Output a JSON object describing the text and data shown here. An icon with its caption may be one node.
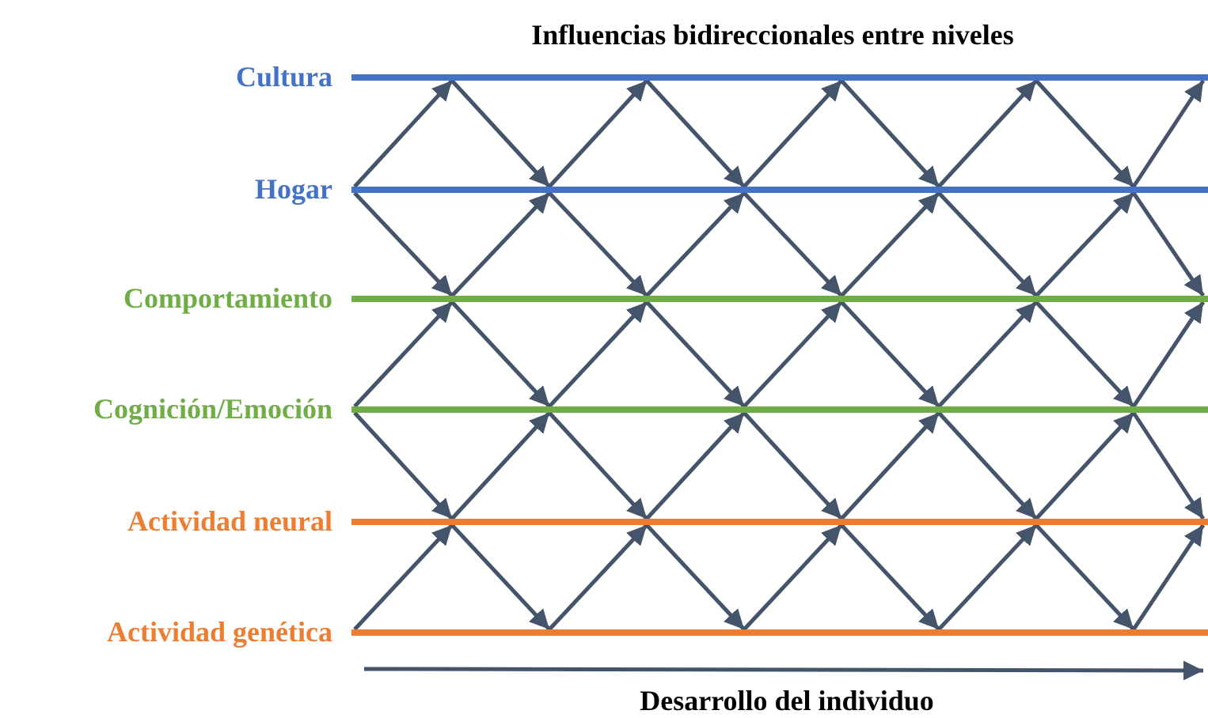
{
  "diagram": {
    "title": "Influencias bidireccionales entre niveles",
    "nodes": [
      {
        "text": [
          "Cultura"
        ]
      },
      {
        "text": [
          "Hogar"
        ]
      },
      {
        "text": [
          "Comportamiento"
        ]
      },
      {
        "text": [
          "Cognición/Emoción"
        ]
      },
      {
        "text": [
          "Actividad neural"
        ]
      },
      {
        "text": [
          "Actividad genética"
        ]
      }
    ],
    "edges": [
      {
        "from": 1,
        "to": 0,
        "arrow": "to"
      },
      {
        "from": 0,
        "to": 1,
        "arrow": "to"
      },
      {
        "from": 1,
        "to": 0,
        "arrow": "to"
      },
      {
        "from": 0,
        "to": 1,
        "arrow": "to"
      },
      {
        "from": 1,
        "to": 0,
        "arrow": "to"
      },
      {
        "from": 0,
        "to": 1,
        "arrow": "to"
      },
      {
        "from": 1,
        "to": 0,
        "arrow": "to"
      },
      {
        "from": 0,
        "to": 1,
        "arrow": "to"
      },
      {
        "from": 1,
        "to": 0,
        "arrow": "to"
      },
      {
        "from": 1,
        "to": 2,
        "arrow": "to"
      },
      {
        "from": 2,
        "to": 1,
        "arrow": "to"
      },
      {
        "from": 1,
        "to": 2,
        "arrow": "to"
      },
      {
        "from": 2,
        "to": 1,
        "arrow": "to"
      },
      {
        "from": 1,
        "to": 2,
        "arrow": "to"
      },
      {
        "from": 2,
        "to": 1,
        "arrow": "to"
      },
      {
        "from": 1,
        "to": 2,
        "arrow": "to"
      },
      {
        "from": 2,
        "to": 1,
        "arrow": "to"
      },
      {
        "from": 1,
        "to": 2,
        "arrow": "to"
      },
      {
        "from": 3,
        "to": 2,
        "arrow": "to"
      },
      {
        "from": 2,
        "to": 3,
        "arrow": "to"
      },
      {
        "from": 3,
        "to": 2,
        "arrow": "to"
      },
      {
        "from": 2,
        "to": 3,
        "arrow": "to"
      },
      {
        "from": 3,
        "to": 2,
        "arrow": "to"
      },
      {
        "from": 2,
        "to": 3,
        "arrow": "to"
      },
      {
        "from": 3,
        "to": 2,
        "arrow": "to"
      },
      {
        "from": 2,
        "to": 3,
        "arrow": "to"
      },
      {
        "from": 3,
        "to": 2,
        "arrow": "to"
      },
      {
        "from": 3,
        "to": 4,
        "arrow": "to"
      },
      {
        "from": 4,
        "to": 3,
        "arrow": "to"
      },
      {
        "from": 3,
        "to": 4,
        "arrow": "to"
      },
      {
        "from": 4,
        "to": 3,
        "arrow": "to"
      },
      {
        "from": 3,
        "to": 4,
        "arrow": "to"
      },
      {
        "from": 4,
        "to": 3,
        "arrow": "to"
      },
      {
        "from": 3,
        "to": 4,
        "arrow": "to"
      },
      {
        "from": 4,
        "to": 3,
        "arrow": "to"
      },
      {
        "from": 3,
        "to": 4,
        "arrow": "to"
      },
      {
        "from": 5,
        "to": 4,
        "arrow": "to"
      },
      {
        "from": 4,
        "to": 5,
        "arrow": "to"
      },
      {
        "from": 5,
        "to": 4,
        "arrow": "to"
      },
      {
        "from": 4,
        "to": 5,
        "arrow": "to"
      },
      {
        "from": 5,
        "to": 4,
        "arrow": "to"
      },
      {
        "from": 4,
        "to": 5,
        "arrow": "to"
      },
      {
        "from": 5,
        "to": 4,
        "arrow": "to"
      },
      {
        "from": 4,
        "to": 5,
        "arrow": "to"
      },
      {
        "from": 5,
        "to": 4,
        "arrow": "to"
      }
    ],
    "labels": [
      "Desarrollo del individuo"
    ]
  }
}
